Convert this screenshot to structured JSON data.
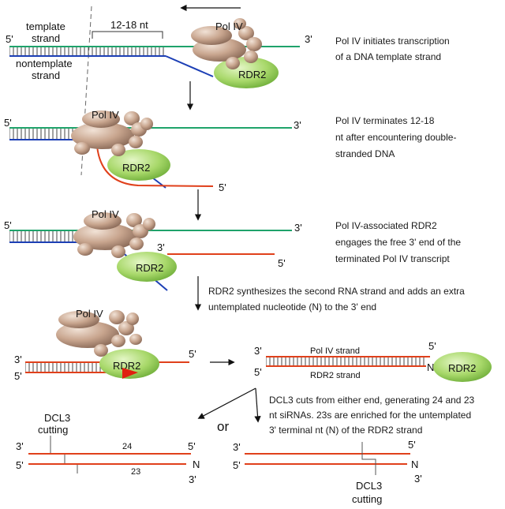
{
  "step1": {
    "five_prime": "5'",
    "three_prime": "3'",
    "template_strand": [
      "template",
      "strand"
    ],
    "nontemplate_strand": [
      "nontemplate",
      "strand"
    ],
    "length_label": "12-18 nt",
    "pol4": "Pol IV",
    "rdr2": "RDR2",
    "description": [
      "Pol IV initiates transcription",
      "of a DNA template strand"
    ]
  },
  "step2": {
    "five_prime": "5'",
    "three_prime": "3'",
    "rna_five_prime": "5'",
    "pol4": "Pol IV",
    "rdr2": "RDR2",
    "description": [
      "Pol IV terminates 12-18",
      "nt after encountering double-",
      "stranded DNA"
    ]
  },
  "step3": {
    "five_prime": "5'",
    "three_prime": "3'",
    "rna_three_prime": "3'",
    "rna_five_prime": "5'",
    "pol4": "Pol IV",
    "rdr2": "RDR2",
    "description": [
      "Pol IV-associated RDR2",
      "engages the free 3' end of the",
      "terminated Pol IV transcript"
    ]
  },
  "step4": {
    "description": [
      "RDR2 synthesizes the second RNA strand and adds an extra",
      "untemplated nucleotide (N) to the 3' end"
    ],
    "left_three_prime": "3'",
    "left_five_prime": "5'",
    "right_five_prime": "5'",
    "pol4": "Pol IV",
    "rdr2": "RDR2"
  },
  "product": {
    "three_prime": "3'",
    "five_prime_top": "5'",
    "five_prime_bottom": "5'",
    "n": "N",
    "pol4_strand": "Pol IV strand",
    "rdr2_strand": "RDR2 strand",
    "rdr2": "RDR2"
  },
  "step5": {
    "description": [
      "DCL3 cuts from either end, generating 24 and 23",
      "nt siRNAs.  23s are enriched for the untemplated",
      "3' terminal nt (N) of the RDR2 strand"
    ],
    "or": "or"
  },
  "left_product": {
    "dcl3": [
      "DCL3",
      "cutting"
    ],
    "three_prime": "3'",
    "five_prime_left": "5'",
    "five_prime_right": "5'",
    "three_prime_right": "3'",
    "n": "N",
    "len24": "24",
    "len23": "23"
  },
  "right_product": {
    "three_prime": "3'",
    "five_prime_left": "5'",
    "five_prime_right": "5'",
    "three_prime_right": "3'",
    "n": "N",
    "dcl3": [
      "DCL3",
      "cutting"
    ]
  },
  "colors": {
    "dna_template": "#1fa36b",
    "dna_nontemplate": "#1c3fb5",
    "rna": "#e0401b",
    "rungs": "#555555",
    "pol4_body": "#c8a58e",
    "rdr2_body": "#a8d86a",
    "arrow": "#111111",
    "rdr2_pointer": "#e02010"
  }
}
